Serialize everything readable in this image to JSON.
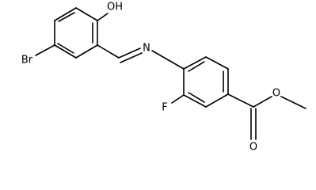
{
  "atoms": {
    "br": "Br",
    "oh": "OH",
    "n": "N",
    "f": "F",
    "carbonyl_o": "O",
    "ester_o": "O"
  },
  "colors": {
    "bond": "#000000",
    "label": "#000000",
    "background": "#ffffff"
  }
}
